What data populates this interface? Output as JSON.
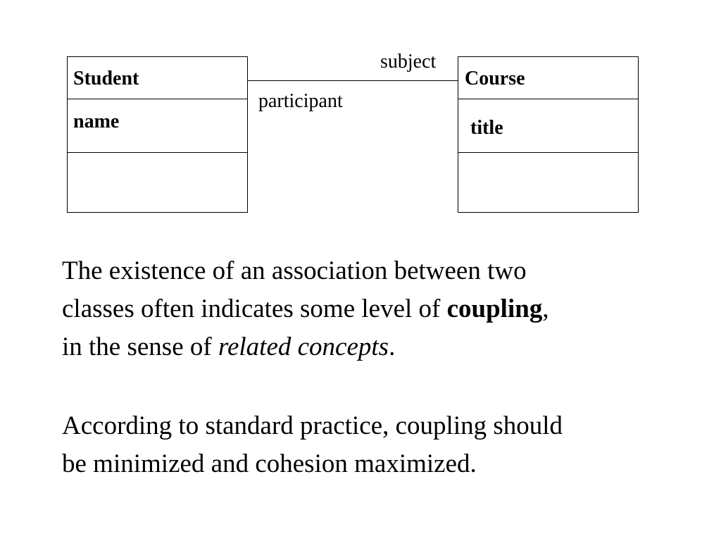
{
  "diagram": {
    "left_class": {
      "name": "Student",
      "attributes": [
        "name"
      ],
      "operations": []
    },
    "right_class": {
      "name": "Course",
      "attributes": [
        "title"
      ],
      "operations": []
    },
    "association": {
      "role_right": "subject",
      "role_left": "participant"
    }
  },
  "text": {
    "para1": {
      "line1": "The existence of an association between two",
      "line2_pre": "classes often indicates some level of ",
      "line2_bold": "coupling",
      "line2_post": ",",
      "line3_pre": "in the sense of ",
      "line3_italic": "related concepts",
      "line3_post": "."
    },
    "para2": {
      "line1": "According to standard practice, coupling should",
      "line2": "be minimized and cohesion maximized."
    }
  }
}
